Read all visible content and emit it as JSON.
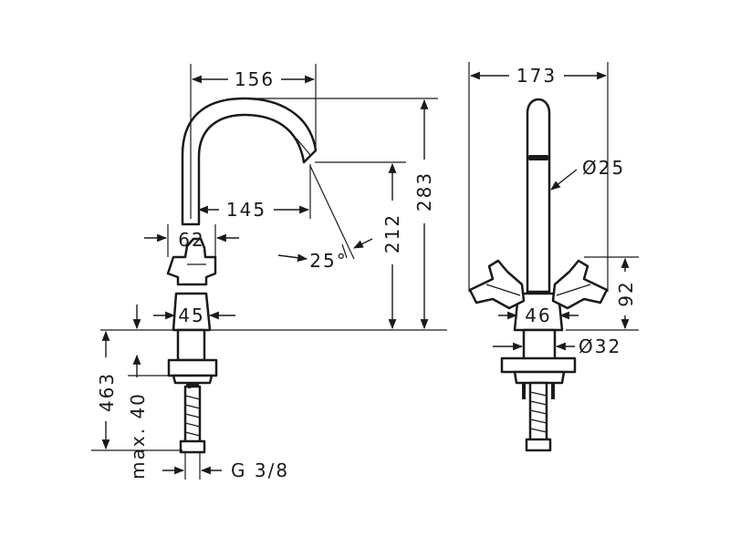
{
  "dimensions": {
    "side_spout_reach": "156",
    "side_spout_reach_inner": "145",
    "side_total_height": "283",
    "side_outlet_height": "212",
    "side_angle": "25°",
    "side_handle_width": "62",
    "side_body_width": "45",
    "side_shank_length": "463",
    "side_max_mount": "max. 40",
    "side_thread": "G 3/8",
    "front_width": "173",
    "front_spout_diameter": "Ø25",
    "front_handle_height": "92",
    "front_body_width": "46",
    "front_base_diameter": "Ø32"
  },
  "colors": {
    "line": "#1a1a1a",
    "background": "#ffffff"
  }
}
